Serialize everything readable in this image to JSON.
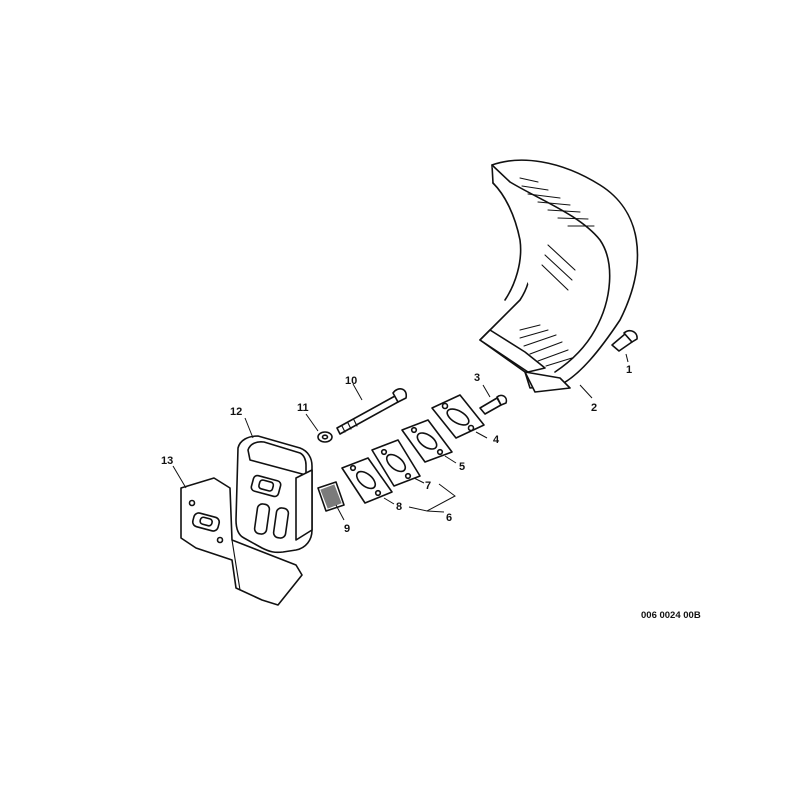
{
  "callouts": {
    "c1": "1",
    "c2": "2",
    "c3": "3",
    "c4": "4",
    "c5": "5",
    "c6": "6",
    "c7": "7",
    "c8": "8",
    "c9": "9",
    "c10": "10",
    "c11": "11",
    "c12": "12",
    "c13": "13"
  },
  "reference_code": "006 0024 00B",
  "colors": {
    "line": "#111111",
    "background": "#ffffff"
  }
}
